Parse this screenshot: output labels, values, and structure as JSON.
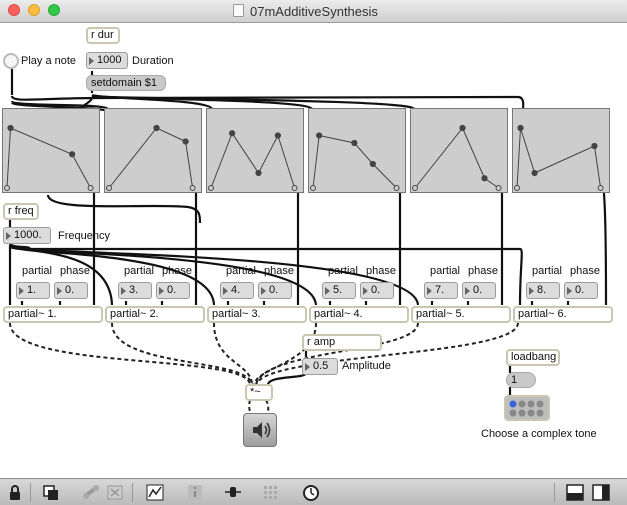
{
  "window": {
    "title": "07mAdditiveSynthesis"
  },
  "patch": {
    "r_dur": "r dur",
    "duration_value": "1000",
    "duration_label": "Duration",
    "setdomain": "setdomain $1",
    "play_label": "Play a note",
    "r_freq": "r freq",
    "frequency_value": "1000.",
    "frequency_label": "Frequency",
    "partial_label": "partial",
    "phase_label": "phase",
    "partials": [
      {
        "partial": "1.",
        "phase": "0.",
        "object": "partial~ 1."
      },
      {
        "partial": "3.",
        "phase": "0.",
        "object": "partial~ 2."
      },
      {
        "partial": "4.",
        "phase": "0.",
        "object": "partial~ 3."
      },
      {
        "partial": "5.",
        "phase": "0.",
        "object": "partial~ 4."
      },
      {
        "partial": "7.",
        "phase": "0.",
        "object": "partial~ 5."
      },
      {
        "partial": "8.",
        "phase": "0.",
        "object": "partial~ 6."
      }
    ],
    "r_amp": "r amp",
    "amp_value": "0.5",
    "amp_label": "Amplitude",
    "multiply": "*~",
    "loadbang": "loadbang",
    "loadbang_value": "1",
    "preset_caption": "Choose a complex tone",
    "function_envelopes": [
      [
        [
          0.0,
          1.0
        ],
        [
          0.04,
          0.2
        ],
        [
          0.74,
          0.55
        ],
        [
          0.95,
          1.0
        ]
      ],
      [
        [
          0.0,
          1.0
        ],
        [
          0.54,
          0.2
        ],
        [
          0.87,
          0.38
        ],
        [
          0.95,
          1.0
        ]
      ],
      [
        [
          0.0,
          1.0
        ],
        [
          0.24,
          0.27
        ],
        [
          0.54,
          0.8
        ],
        [
          0.76,
          0.3
        ],
        [
          0.95,
          1.0
        ]
      ],
      [
        [
          0.0,
          1.0
        ],
        [
          0.07,
          0.3
        ],
        [
          0.47,
          0.4
        ],
        [
          0.68,
          0.68
        ],
        [
          0.95,
          1.0
        ]
      ],
      [
        [
          0.0,
          1.0
        ],
        [
          0.54,
          0.2
        ],
        [
          0.79,
          0.87
        ],
        [
          0.95,
          1.0
        ]
      ],
      [
        [
          0.0,
          1.0
        ],
        [
          0.04,
          0.2
        ],
        [
          0.2,
          0.8
        ],
        [
          0.88,
          0.44
        ],
        [
          0.95,
          1.0
        ]
      ]
    ]
  },
  "toolbar": {
    "icons": [
      "lock-icon",
      "presentation-icon",
      "link-icon",
      "close-icon",
      "chart-icon",
      "info-icon",
      "slider-icon",
      "grid-icon",
      "clock-icon",
      "sidebar-left-icon",
      "sidebar-right-icon"
    ]
  },
  "colors": {
    "object_border": "#c9c7b0",
    "function_bg": "#cdcdcd",
    "wire": "#111111",
    "titlebar_red": "#fc615d",
    "titlebar_yellow": "#fdbc40",
    "titlebar_green": "#34c84a"
  }
}
